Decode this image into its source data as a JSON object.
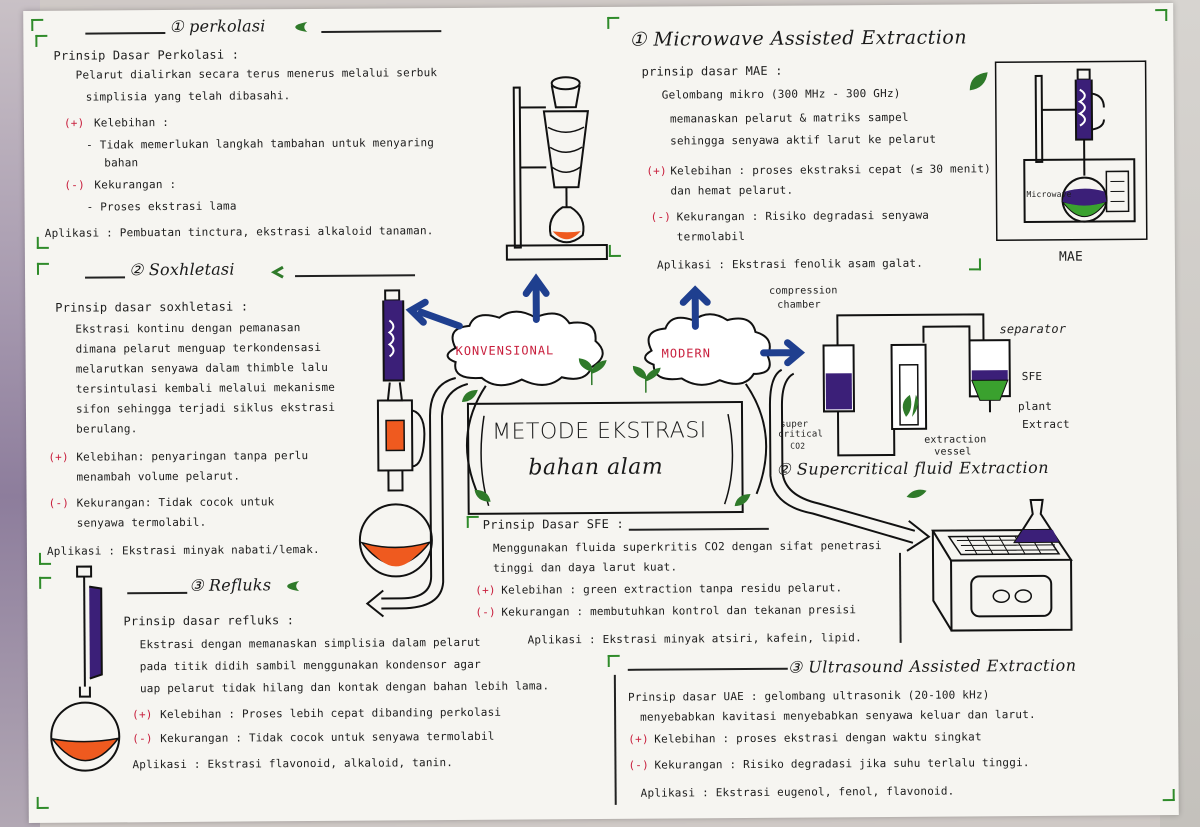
{
  "perkolasi": {
    "title": "① perkolasi",
    "prinsip_head": "Prinsip Dasar Perkolasi :",
    "prinsip_1": "Pelarut dialirkan secara terus menerus melalui serbuk",
    "prinsip_2": "simplisia yang telah dibasahi.",
    "plus_mark": "(+)",
    "kelebihan_head": "Kelebihan :",
    "kelebihan_1": "- Tidak memerlukan langkah tambahan untuk menyaring",
    "kelebihan_2": "bahan",
    "minus_mark": "(-)",
    "kekurangan_head": "Kekurangan :",
    "kekurangan_1": "- Proses ekstrasi lama",
    "aplikasi": "Aplikasi : Pembuatan tinctura, ekstrasi alkaloid tanaman."
  },
  "soxhletasi": {
    "title": "② Soxhletasi",
    "prinsip_head": "Prinsip dasar soxhletasi :",
    "prinsip_1": "Ekstrasi kontinu dengan pemanasan",
    "prinsip_2": "dimana pelarut menguap terkondensasi",
    "prinsip_3": "melarutkan senyawa dalam thimble lalu",
    "prinsip_4": "tersintulasi kembali melalui mekanisme",
    "prinsip_5": "sifon sehingga terjadi siklus ekstrasi",
    "prinsip_6": "berulang.",
    "plus_mark": "(+)",
    "kelebihan_1": "Kelebihan: penyaringan tanpa perlu",
    "kelebihan_2": "menambah volume pelarut.",
    "minus_mark": "(-)",
    "kekurangan_1": "Kekurangan: Tidak cocok untuk",
    "kekurangan_2": "senyawa termolabil.",
    "aplikasi": "Aplikasi : Ekstrasi minyak nabati/lemak."
  },
  "refluks": {
    "title": "③ Refluks",
    "prinsip_head": "Prinsip dasar refluks :",
    "prinsip_1": "Ekstrasi dengan memanaskan simplisia dalam pelarut",
    "prinsip_2": "pada titik didih sambil menggunakan kondensor agar",
    "prinsip_3": "uap pelarut tidak hilang dan kontak dengan bahan lebih lama.",
    "plus_mark": "(+)",
    "kelebihan": "Kelebihan : Proses lebih cepat dibanding perkolasi",
    "minus_mark": "(-)",
    "kekurangan": "Kekurangan : Tidak cocok untuk senyawa termolabil",
    "aplikasi": "Aplikasi : Ekstrasi flavonoid, alkaloid, tanin."
  },
  "mae": {
    "title": "① Microwave Assisted Extraction",
    "prinsip_head": "prinsip dasar MAE :",
    "prinsip_1": "Gelombang mikro (300 MHz - 300 GHz)",
    "prinsip_2": "memanaskan pelarut & matriks sampel",
    "prinsip_3": "sehingga senyawa aktif larut ke pelarut",
    "plus_mark": "(+)",
    "kelebihan_1": "Kelebihan : proses ekstraksi cepat (≤ 30 menit)",
    "kelebihan_2": "dan hemat pelarut.",
    "minus_mark": "(-)",
    "kekurangan_1": "Kekurangan : Risiko degradasi senyawa",
    "kekurangan_2": "termolabil",
    "aplikasi": "Aplikasi : Ekstrasi fenolik asam galat.",
    "device_label": "Microwave",
    "caption": "MAE"
  },
  "center": {
    "title_1": "METODE EKSTRASI",
    "title_2": "bahan alam",
    "konvensional": "KONVENSIONAL",
    "modern": "MODERN"
  },
  "sfe": {
    "title": "② Supercritical fluid Extraction",
    "compression": "compression",
    "chamber": "chamber",
    "separator": "separator",
    "sfe_label": "SFE",
    "plant": "plant",
    "extract": "Extract",
    "super": "super",
    "critical": "critical",
    "co2": "CO2",
    "extraction": "extraction",
    "vessel": "vessel",
    "prinsip_head": "Prinsip Dasar SFE :",
    "prinsip_1": "Menggunakan fluida superkritis CO2 dengan sifat penetrasi",
    "prinsip_2": "tinggi dan daya larut kuat.",
    "plus_mark": "(+)",
    "kelebihan": "Kelebihan : green extraction tanpa residu pelarut.",
    "minus_mark": "(-)",
    "kekurangan": "Kekurangan : membutuhkan kontrol dan tekanan presisi",
    "aplikasi": "Aplikasi : Ekstrasi minyak atsiri, kafein, lipid."
  },
  "uae": {
    "title": "③ Ultrasound Assisted Extraction",
    "prinsip_1": "Prinsip dasar UAE : gelombang ultrasonik (20-100 kHz)",
    "prinsip_2": "menyebabkan kavitasi menyebabkan senyawa keluar dan larut.",
    "plus_mark": "(+)",
    "kelebihan": "Kelebihan : proses ekstrasi dengan waktu singkat",
    "minus_mark": "(-)",
    "kekurangan": "Kekurangan : Risiko degradasi jika suhu terlalu tinggi.",
    "aplikasi": "Aplikasi : Ekstrasi eugenol, fenol, flavonoid."
  },
  "colors": {
    "purple": "#3b1f78",
    "orange": "#ef5a1f",
    "green": "#3aa12e",
    "navy": "#1f3f8f",
    "red": "#c81e3c"
  }
}
